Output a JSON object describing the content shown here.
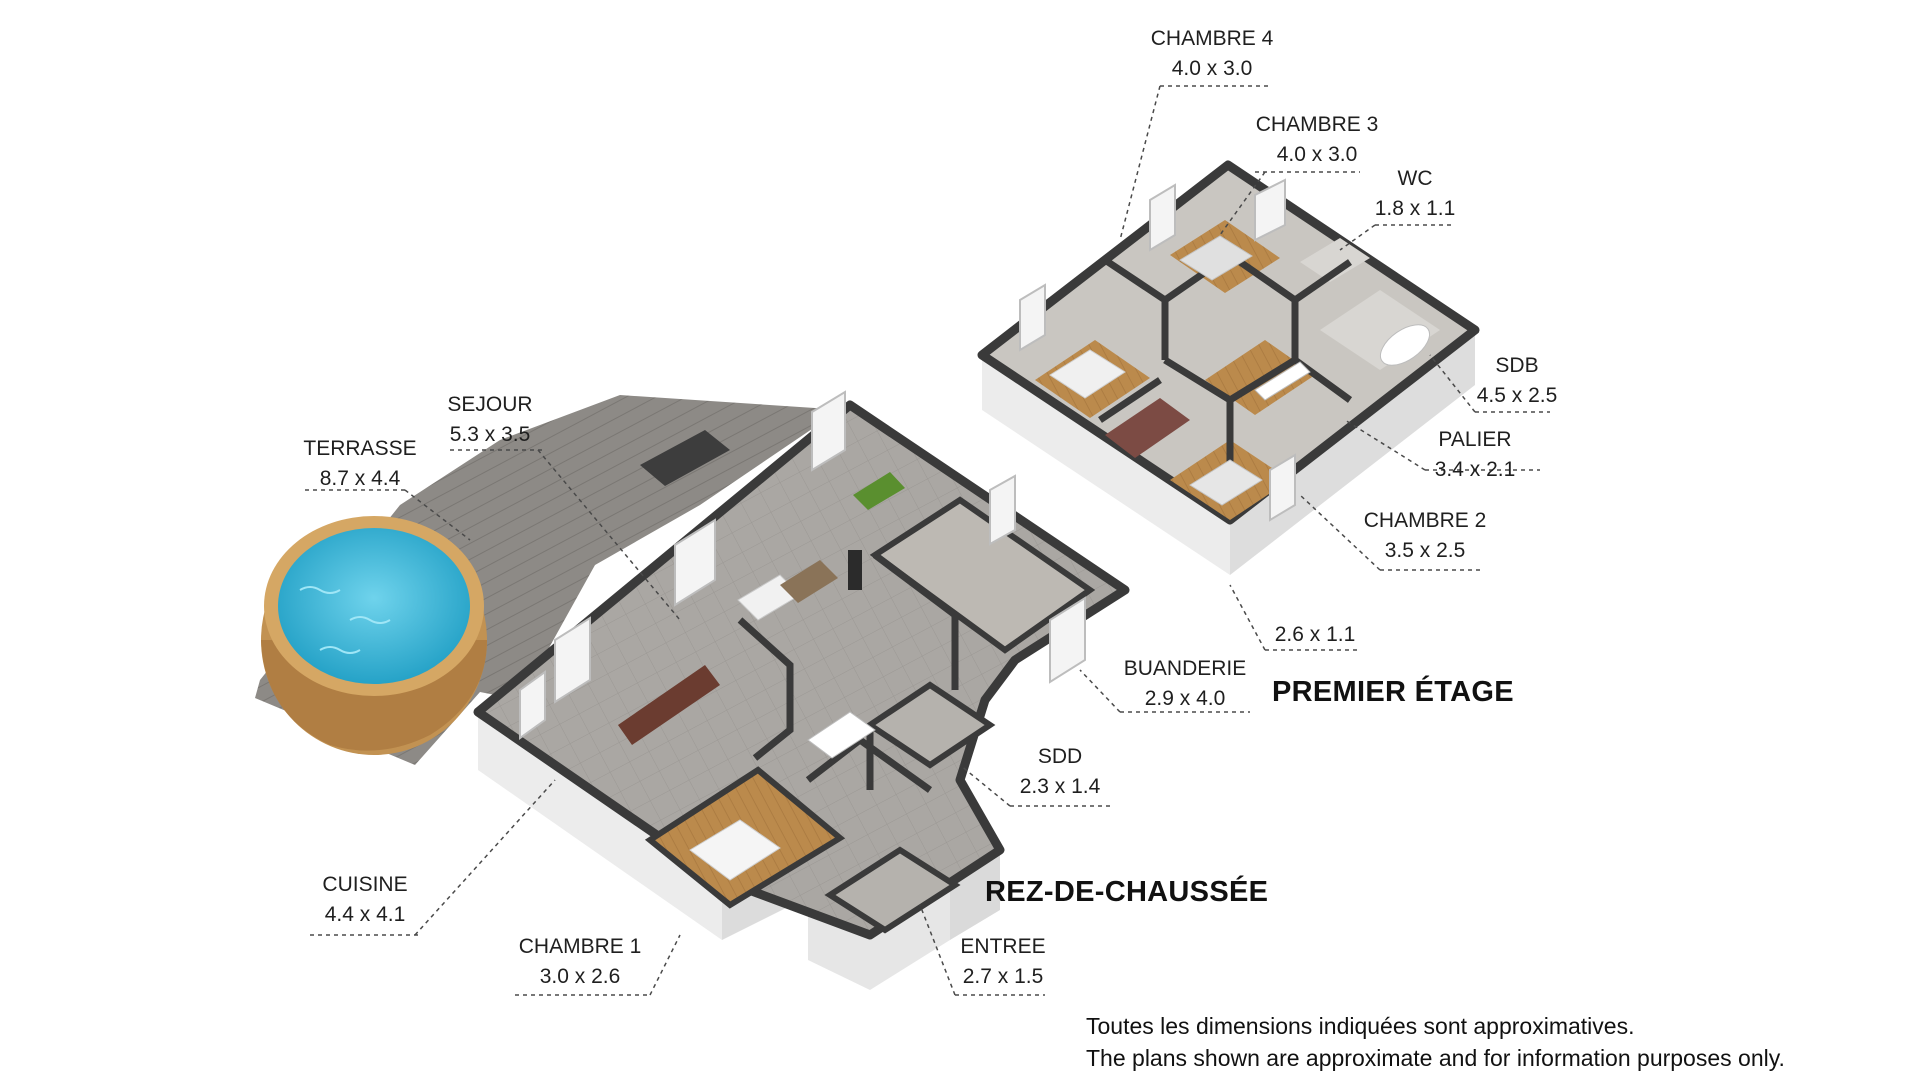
{
  "floors": {
    "ground": "REZ-DE-CHAUSSÉE",
    "first": "PREMIER ÉTAGE"
  },
  "rooms": {
    "chambre4": {
      "name": "CHAMBRE 4",
      "dims": "4.0 x 3.0"
    },
    "chambre3": {
      "name": "CHAMBRE 3",
      "dims": "4.0 x 3.0"
    },
    "wc": {
      "name": "WC",
      "dims": "1.8 x 1.1"
    },
    "sdb": {
      "name": "SDB",
      "dims": "4.5 x 2.5"
    },
    "palier": {
      "name": "PALIER",
      "dims": "3.4 x 2.1"
    },
    "chambre2": {
      "name": "CHAMBRE 2",
      "dims": "3.5 x 2.5"
    },
    "dressing": {
      "name": "",
      "dims": "2.6 x 1.1"
    },
    "sejour": {
      "name": "SEJOUR",
      "dims": "5.3 x 3.5"
    },
    "terrasse": {
      "name": "TERRASSE",
      "dims": "8.7 x 4.4"
    },
    "buanderie": {
      "name": "BUANDERIE",
      "dims": "2.9 x 4.0"
    },
    "sdd": {
      "name": "SDD",
      "dims": "2.3 x 1.4"
    },
    "cuisine": {
      "name": "CUISINE",
      "dims": "4.4 x 4.1"
    },
    "chambre1": {
      "name": "CHAMBRE 1",
      "dims": "3.0 x 2.6"
    },
    "entree": {
      "name": "ENTREE",
      "dims": "2.7 x 1.5"
    }
  },
  "disclaimer": {
    "fr": "Toutes les dimensions indiquées sont approximatives.",
    "en": "The plans shown are approximate and for information purposes only."
  },
  "colors": {
    "wall_top": "#3a3a3a",
    "wall_side": "#e9e9e9",
    "tile_floor": "#a9a6a2",
    "wood_floor": "#b98a4e",
    "terrace_deck": "#8a8784",
    "pool_water": "#3fb6d6",
    "pool_wood": "#c99a55"
  }
}
